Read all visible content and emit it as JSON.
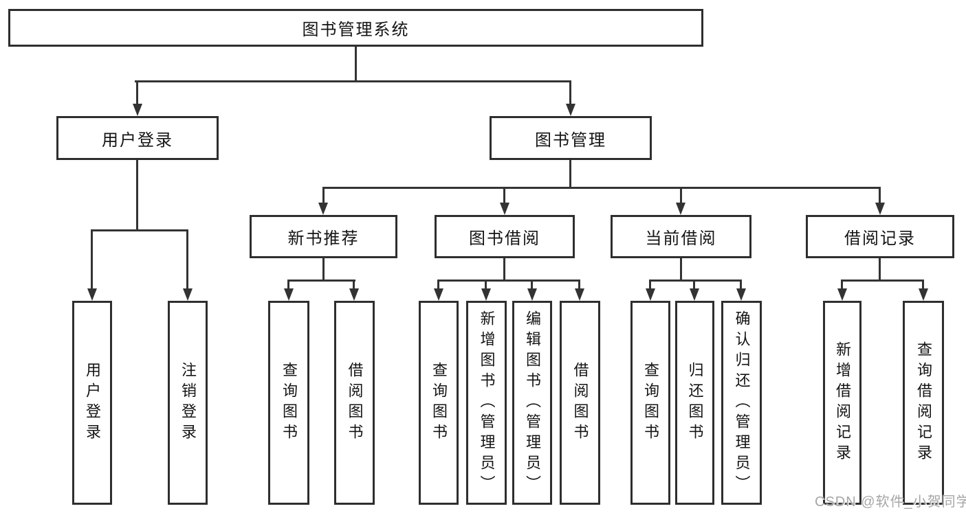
{
  "diagram": {
    "type": "hierarchy-tree",
    "title": "图书管理系统"
  },
  "nodes": {
    "root": {
      "label": "图书管理系统"
    },
    "user_login": {
      "label": "用户登录"
    },
    "book_management": {
      "label": "图书管理"
    },
    "new_book_recommend": {
      "label": "新书推荐"
    },
    "book_borrow": {
      "label": "图书借阅"
    },
    "current_borrow": {
      "label": "当前借阅"
    },
    "borrow_record": {
      "label": "借阅记录"
    },
    "leaf_user_login": {
      "label": "用户登录"
    },
    "leaf_logout": {
      "label": "注销登录"
    },
    "leaf_query_book_recommend": {
      "label": "查询图书"
    },
    "leaf_borrow_book_recommend": {
      "label": "借阅图书"
    },
    "leaf_query_book_borrow": {
      "label": "查询图书"
    },
    "leaf_add_book_admin": {
      "label": "新增图书（管理员）"
    },
    "leaf_edit_book_admin": {
      "label": "编辑图书（管理员）"
    },
    "leaf_borrow_book": {
      "label": "借阅图书"
    },
    "leaf_query_book_current": {
      "label": "查询图书"
    },
    "leaf_return_book": {
      "label": "归还图书"
    },
    "leaf_confirm_return_admin": {
      "label": "确认归还（管理员）"
    },
    "leaf_add_borrow_record": {
      "label": "新增借阅记录"
    },
    "leaf_query_borrow_record": {
      "label": "查询借阅记录"
    }
  },
  "structure": {
    "图书管理系统": [
      "用户登录",
      "图书管理"
    ],
    "用户登录": [
      "用户登录",
      "注销登录"
    ],
    "图书管理": [
      "新书推荐",
      "图书借阅",
      "当前借阅",
      "借阅记录"
    ],
    "新书推荐": [
      "查询图书",
      "借阅图书"
    ],
    "图书借阅": [
      "查询图书",
      "新增图书（管理员）",
      "编辑图书（管理员）",
      "借阅图书"
    ],
    "当前借阅": [
      "查询图书",
      "归还图书",
      "确认归还（管理员）"
    ],
    "借阅记录": [
      "新增借阅记录",
      "查询借阅记录"
    ]
  },
  "watermark": {
    "text": "CSDN @软件_小贺同学",
    "color": "#a6a6a6"
  },
  "colors": {
    "background": "#ffffff",
    "box_border": "#2e2e2e",
    "line": "#333333",
    "text": "#141414"
  }
}
